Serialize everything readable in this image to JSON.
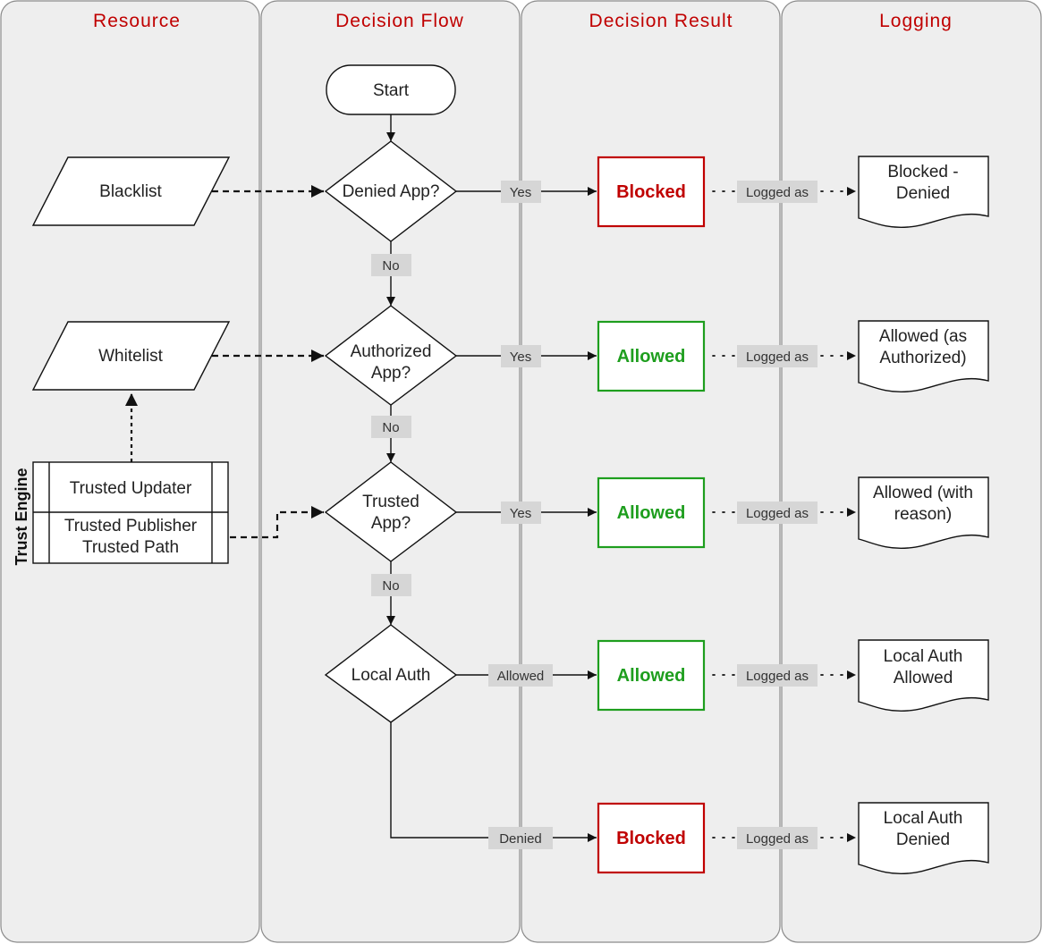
{
  "lanes": {
    "resource": "Resource",
    "decision_flow": "Decision Flow",
    "decision_result": "Decision Result",
    "logging": "Logging"
  },
  "colors": {
    "lane_title": "#c00000",
    "blocked": "#c00000",
    "allowed": "#1e9e1e",
    "lane_background": "#eeeeee",
    "label_background": "#d6d6d6"
  },
  "resources": {
    "blacklist": "Blacklist",
    "whitelist": "Whitelist"
  },
  "trust_engine": {
    "title": "Trust Engine",
    "row1": "Trusted Updater",
    "row2_line1": "Trusted Publisher",
    "row2_line2": "Trusted Path"
  },
  "flow": {
    "start": "Start",
    "denied_app": "Denied App?",
    "authorized_line1": "Authorized",
    "authorized_line2": "App?",
    "trusted_line1": "Trusted",
    "trusted_line2": "App?",
    "local_auth": "Local Auth"
  },
  "edge_labels": {
    "yes": "Yes",
    "no": "No",
    "allowed": "Allowed",
    "denied": "Denied",
    "logged_as": "Logged as"
  },
  "results": {
    "blocked": "Blocked",
    "allowed": "Allowed"
  },
  "logs": {
    "log1_line1": "Blocked -",
    "log1_line2": "Denied",
    "log2_line1": "Allowed (as",
    "log2_line2": "Authorized)",
    "log3_line1": "Allowed (with",
    "log3_line2": "reason)",
    "log4_line1": "Local Auth",
    "log4_line2": "Allowed",
    "log5_line1": "Local Auth",
    "log5_line2": "Denied"
  }
}
